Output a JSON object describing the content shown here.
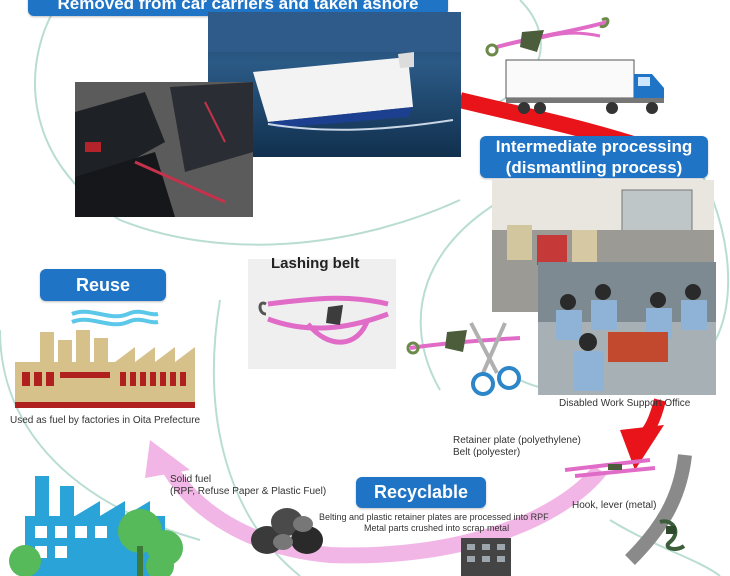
{
  "headers": {
    "removed": "Removed from car carriers and taken ashore",
    "intermediate_line1": "Intermediate processing",
    "intermediate_line2": "(dismantling process)",
    "reuse": "Reuse",
    "recyclable": "Recyclable"
  },
  "lashing_belt_label": "Lashing belt",
  "captions": {
    "oita": "Used as fuel by factories in Oita Prefecture",
    "disabled_office": "Disabled Work Support Office",
    "retainer_plate": "Retainer plate (polyethylene)",
    "belt": "Belt (polyester)",
    "solid_fuel": "Solid fuel",
    "rpf": "(RPF, Refuse Paper & Plastic Fuel)",
    "hook_lever": "Hook, lever (metal)",
    "rpf_process": "Belting and plastic retainer plates are processed into RPF",
    "scrap": "Metal parts crushed into scrap metal"
  },
  "colors": {
    "header_blue": "#1f74c6",
    "flow_red": "#e8141a",
    "flow_pink": "#f2b6e6",
    "flow_grey": "#8a8a8a",
    "outline_teal": "#b9ddd3",
    "belt_pink": "#e06cc8"
  },
  "icons": [
    "ship-photo",
    "car-hold-photo",
    "truck-icon",
    "lashing-belt-icon",
    "warehouse-photo",
    "workers-photo",
    "scissors-icon",
    "factory-icon",
    "blue-factory-icon",
    "fuel-cylinders-icon",
    "scrap-building-icon"
  ]
}
